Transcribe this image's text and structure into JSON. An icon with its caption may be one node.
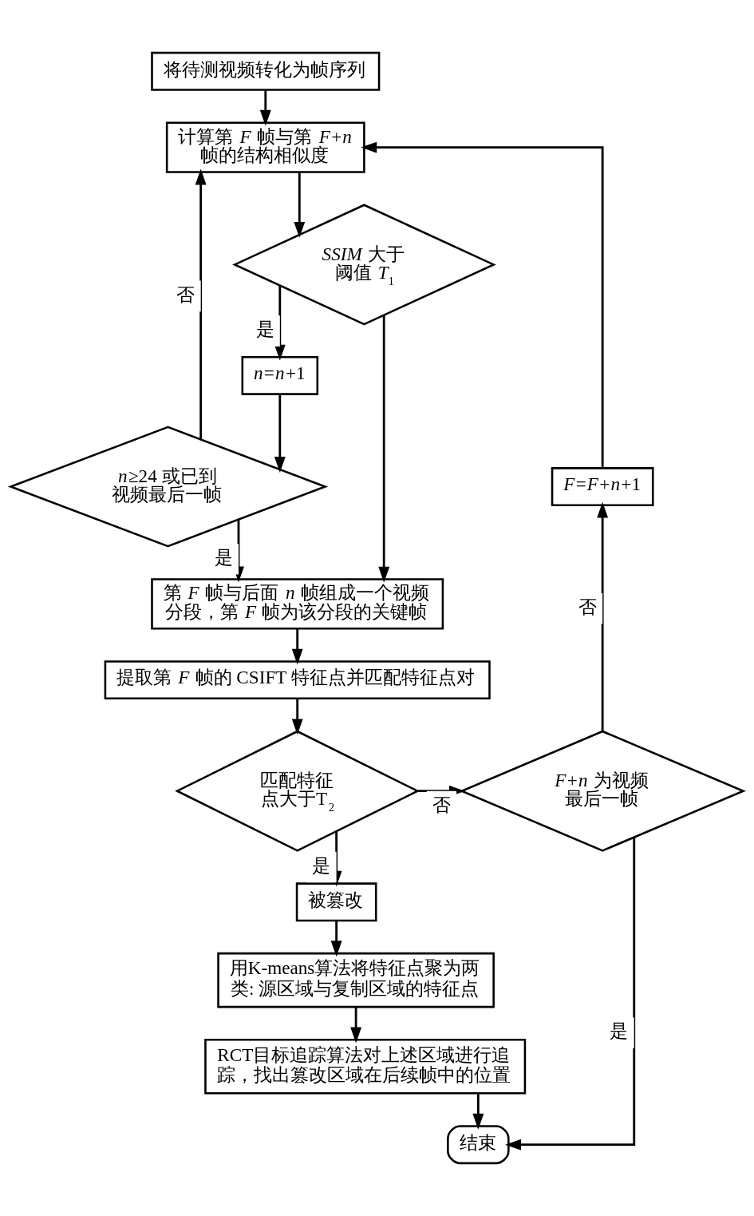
{
  "diagram": {
    "nodes": [
      {
        "text": [
          "将待测视频转化为帧序列"
        ]
      },
      {
        "text": [
          "计算第 *F* 帧与第 *F*+*n* 帧的结构相似度"
        ]
      },
      {
        "text": [
          "*SSIM* 大于阈值 *T*$_{1}$"
        ]
      },
      {
        "text": [
          "*n*=*n*+1"
        ]
      },
      {
        "text": [
          "*n*≥24 或已到视频最后一帧"
        ]
      },
      {
        "text": [
          "第 *F* 帧与后面 *n* 帧组成一个视频分段，第 *F* 帧为该分段的关键帧"
        ]
      },
      {
        "text": [
          "提取第 *F* 帧的 CSIFT 特征点并匹配特征点对"
        ]
      },
      {
        "text": [
          "匹配特征点大于T$_{2}$"
        ]
      },
      {
        "text": [
          "*F*+*n* 为视频最后一帧"
        ]
      },
      {
        "text": [
          "*F*=*F*+*n*+1"
        ]
      },
      {
        "text": [
          "被篡改"
        ]
      },
      {
        "text": [
          "用K-means算法将特征点聚为两类: 源区域与复制区域的特征点"
        ]
      },
      {
        "text": [
          "RCT目标追踪算法对上述区域进行追踪，找出篡改区域在后续帧中的位置"
        ]
      },
      {
        "text": [
          "结束"
        ]
      }
    ],
    "edges": [
      {
        "from": 0,
        "to": 1,
        "arrow": "to"
      },
      {
        "from": 1,
        "to": 2,
        "arrow": "to"
      },
      {
        "from": 2,
        "to": 3,
        "arrow": "to",
        "label": "是"
      },
      {
        "from": 3,
        "to": 4,
        "arrow": "to"
      },
      {
        "from": 4,
        "to": 1,
        "arrow": "to",
        "label": "否"
      },
      {
        "from": 2,
        "to": 5,
        "arrow": "to"
      },
      {
        "from": 4,
        "to": 5,
        "arrow": "to",
        "label": "是"
      },
      {
        "from": 5,
        "to": 6,
        "arrow": "to"
      },
      {
        "from": 6,
        "to": 7,
        "arrow": "to"
      },
      {
        "from": 7,
        "to": 8,
        "arrow": "to",
        "label": "否"
      },
      {
        "from": 8,
        "to": 9,
        "arrow": "to",
        "label": "否"
      },
      {
        "from": 9,
        "to": 1,
        "arrow": "to"
      },
      {
        "from": 7,
        "to": 10,
        "arrow": "to",
        "label": "是"
      },
      {
        "from": 10,
        "to": 11,
        "arrow": "to"
      },
      {
        "from": 11,
        "to": 12,
        "arrow": "to"
      },
      {
        "from": 12,
        "to": 13,
        "arrow": "to"
      },
      {
        "from": 8,
        "to": 13,
        "arrow": "to",
        "label": "是"
      }
    ]
  }
}
